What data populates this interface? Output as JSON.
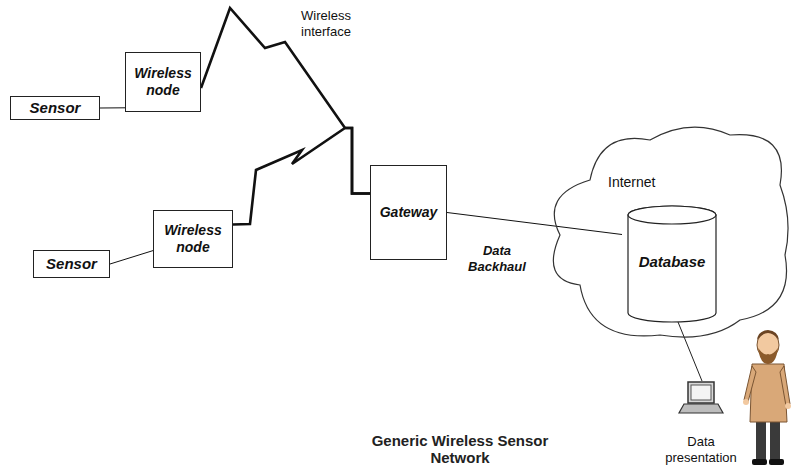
{
  "diagram": {
    "title": "Generic Wireless Sensor Network",
    "nodes": [
      {
        "text": [
          "Sensor"
        ]
      },
      {
        "text": [
          "Wireless node"
        ]
      },
      {
        "text": [
          "Gateway"
        ]
      },
      {
        "text": [
          "Internet"
        ]
      },
      {
        "text": [
          "Database"
        ],
        "in": 3
      },
      {
        "text": [
          "Sensor"
        ]
      },
      {
        "text": [
          "Wireless node"
        ]
      }
    ],
    "edges": [
      {
        "from": 0,
        "to": 1,
        "arrow": "none"
      },
      {
        "from": 1,
        "to": 2,
        "arrow": "none"
      },
      {
        "from": 5,
        "to": 6,
        "arrow": "none"
      },
      {
        "from": 6,
        "to": 2,
        "arrow": "none"
      },
      {
        "from": 2,
        "to": 4,
        "label": "Data Backhaul",
        "arrow": "none"
      }
    ],
    "labels": [
      "Wireless interface",
      "Data presentation"
    ]
  }
}
